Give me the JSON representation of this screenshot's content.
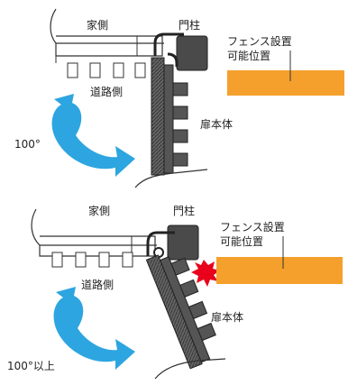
{
  "panels": [
    {
      "house_label": "家側",
      "gate_post_label": "門柱",
      "fence_label_line1": "フェンス設置",
      "fence_label_line2": "可能位置",
      "road_label": "道路側",
      "door_label": "扉本体",
      "angle_label": "100°"
    },
    {
      "house_label": "家側",
      "gate_post_label": "門柱",
      "fence_label_line1": "フェンス設置",
      "fence_label_line2": "可能位置",
      "road_label": "道路側",
      "door_label": "扉本体",
      "angle_label": "100°以上"
    }
  ],
  "colors": {
    "fence_area": "#f5a02c",
    "arrow": "#2da5e0",
    "door": "#555555",
    "gate_post": "#4a4a4a",
    "collision": "#e8001c"
  }
}
